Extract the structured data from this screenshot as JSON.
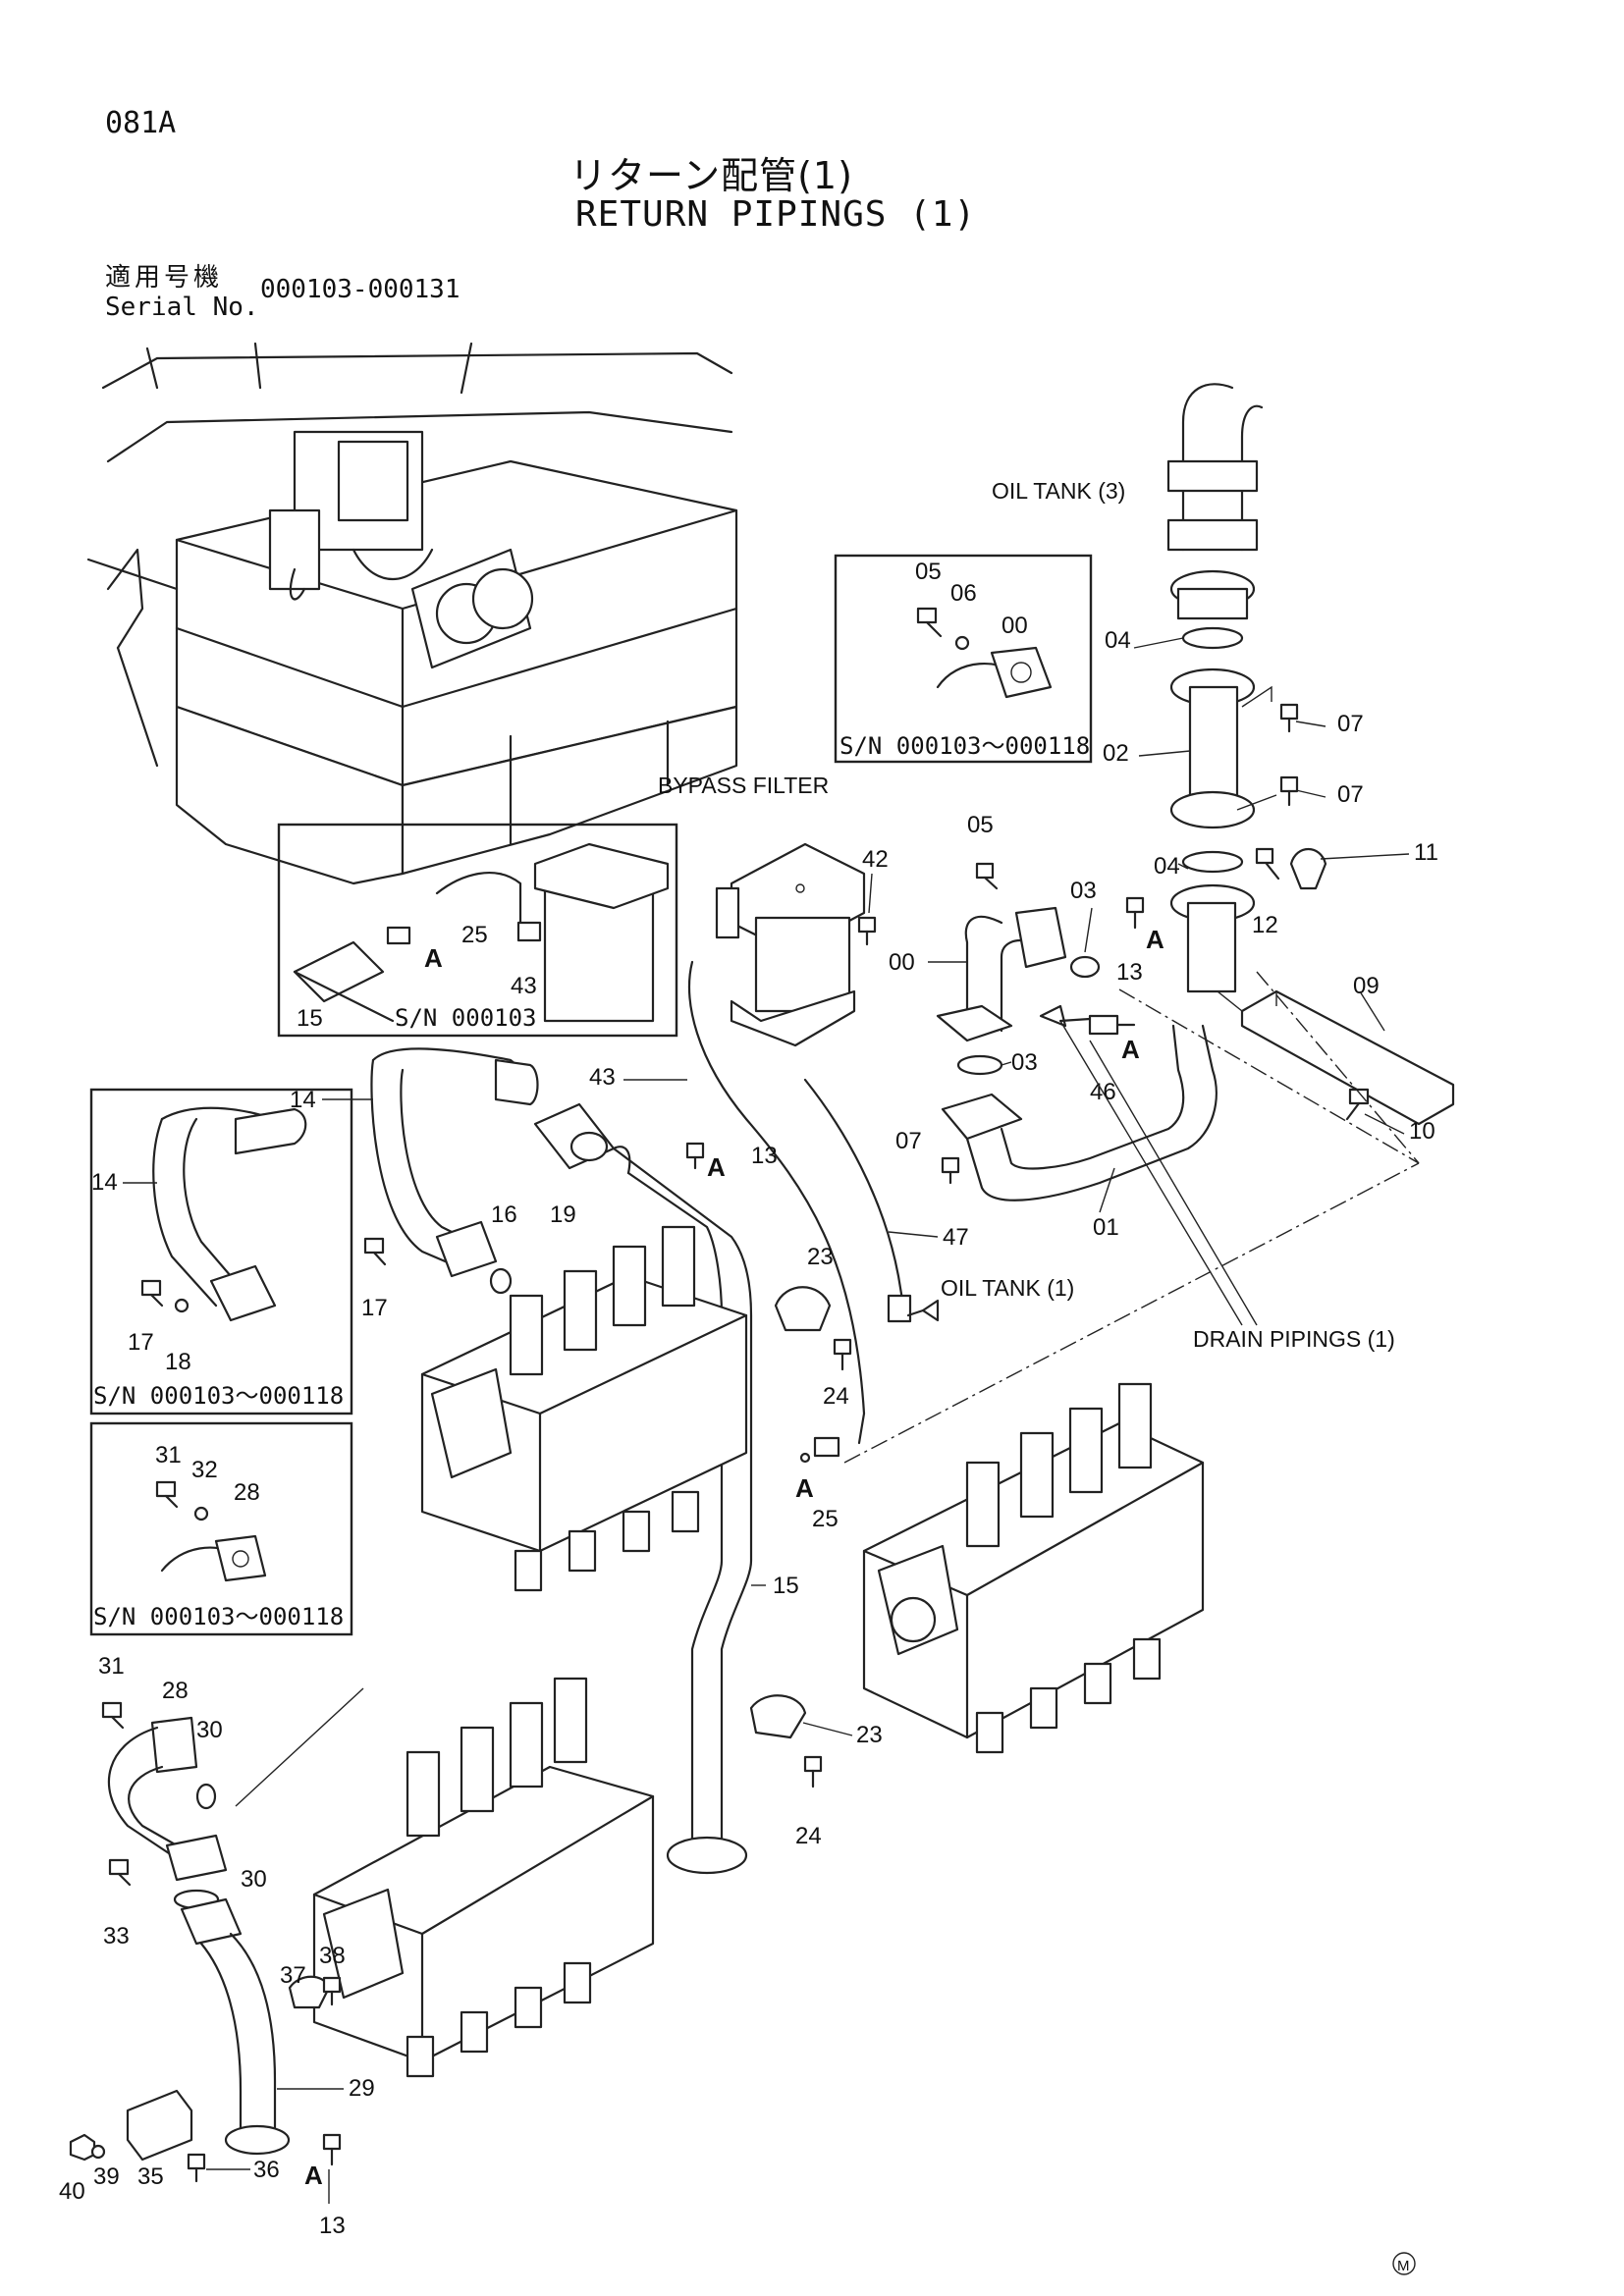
{
  "header": {
    "page_code": "081A",
    "title_jp": "リターン配管(1)",
    "title_en": "RETURN PIPINGS (1)",
    "serial_label_jp": "適用号機",
    "serial_label_en": "Serial No.",
    "serial_range": "000103-000131"
  },
  "inset_boxes": {
    "top_right": "S/N 000103～000118",
    "middle": "S/N 000103",
    "left_upper": "S/N 000103～000118",
    "left_lower": "S/N 000103～000118"
  },
  "component_labels": {
    "oil_tank_3": "OIL TANK (3)",
    "bypass_filter": "BYPASS FILTER",
    "oil_tank_1": "OIL TANK (1)",
    "drain_pipings": "DRAIN PIPINGS (1)"
  },
  "detail_marker": "A",
  "corner_mark": "M",
  "callouts": {
    "c_tr05": "05",
    "c_tr06": "06",
    "c_tr00": "00",
    "c_04a": "04",
    "c_07a": "07",
    "c_02": "02",
    "c_07b": "07",
    "c_05b": "05",
    "c_42": "42",
    "c_03a": "03",
    "c_04b": "04",
    "c_11": "11",
    "c_00b": "00",
    "c_12": "12",
    "c_13a": "13",
    "c_09": "09",
    "c_25a": "25",
    "c_43a": "43",
    "c_15a": "15",
    "c_03b": "03",
    "c_46": "46",
    "c_10": "10",
    "c_14a": "14",
    "c_43b": "43",
    "c_07c": "07",
    "c_13b": "13",
    "c_01": "01",
    "c_14b": "14",
    "c_16": "16",
    "c_19": "19",
    "c_47": "47",
    "c_17a": "17",
    "c_23a": "23",
    "c_17b": "17",
    "c_18": "18",
    "c_24a": "24",
    "c_31a": "31",
    "c_32": "32",
    "c_28a": "28",
    "c_25b": "25",
    "c_15b": "15",
    "c_31b": "31",
    "c_28b": "28",
    "c_30a": "30",
    "c_23b": "23",
    "c_24b": "24",
    "c_30b": "30",
    "c_33": "33",
    "c_37": "37",
    "c_38": "38",
    "c_29": "29",
    "c_40": "40",
    "c_39": "39",
    "c_35": "35",
    "c_36": "36",
    "c_13c": "13"
  }
}
